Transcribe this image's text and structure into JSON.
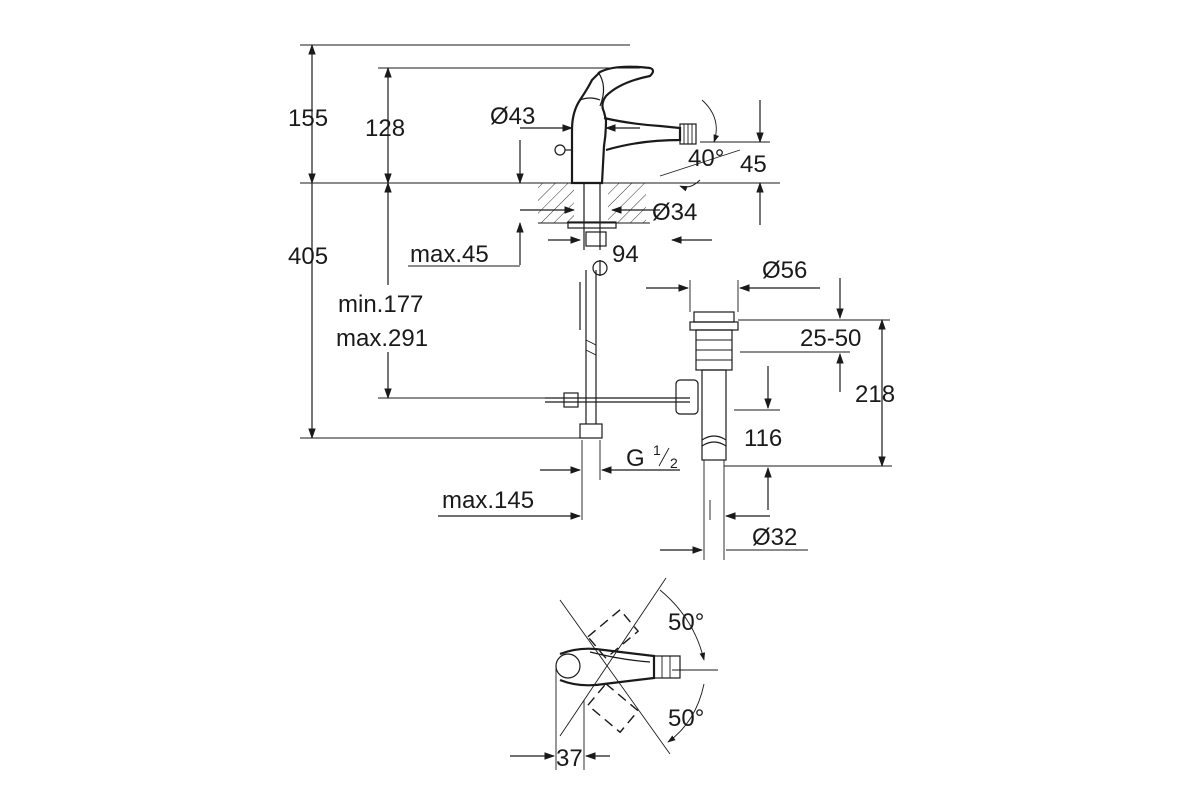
{
  "diagram": {
    "front_view": {
      "labels": {
        "total_height": "155",
        "spout_height": "128",
        "body_diameter": "Ø43",
        "nozzle_angle": "40°",
        "nozzle_height": "45",
        "below_deck": "405",
        "shank_diameter": "Ø34",
        "deck_thickness": "max.45",
        "nozzle_projection": "94",
        "waste_diameter": "Ø56",
        "range_min": "min.177",
        "range_max": "max.291",
        "plug_adjust": "25-50",
        "waste_height": "218",
        "trap_distance": "116",
        "thread_g": "G",
        "thread_num": "1",
        "thread_den": "2",
        "hose_max": "max.145",
        "tail_diameter": "Ø32"
      }
    },
    "top_view": {
      "labels": {
        "swivel_angle_top": "50°",
        "swivel_angle_bottom": "50°",
        "lever_offset": "37"
      }
    }
  }
}
